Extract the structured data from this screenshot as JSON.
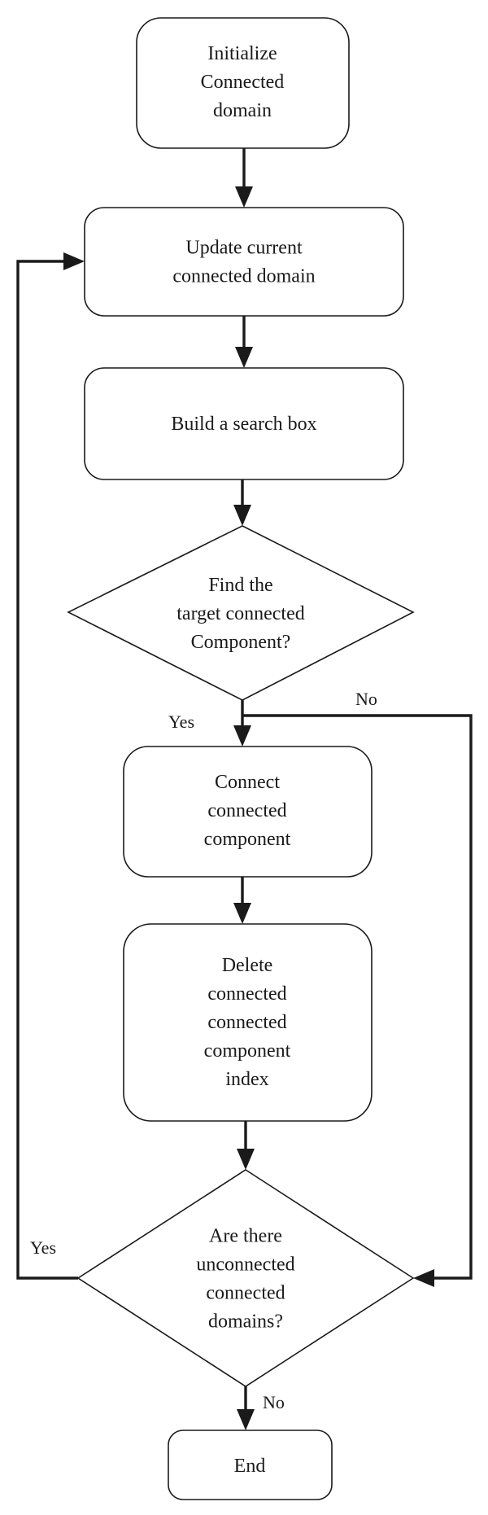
{
  "nodes": {
    "init": [
      "Initialize",
      "Connected",
      "domain"
    ],
    "update": [
      "Update current",
      "connected domain"
    ],
    "build": [
      "Build a search box"
    ],
    "find": [
      "Find the",
      "target connected",
      "Component?"
    ],
    "connect": [
      "Connect",
      "connected",
      "component"
    ],
    "delete": [
      "Delete",
      "connected",
      "connected",
      "component",
      "index"
    ],
    "check": [
      "Are there",
      "unconnected",
      "connected",
      "domains?"
    ],
    "end": [
      "End"
    ]
  },
  "edge_labels": {
    "find_yes": "Yes",
    "find_no": "No",
    "check_yes": "Yes",
    "check_no": "No"
  }
}
